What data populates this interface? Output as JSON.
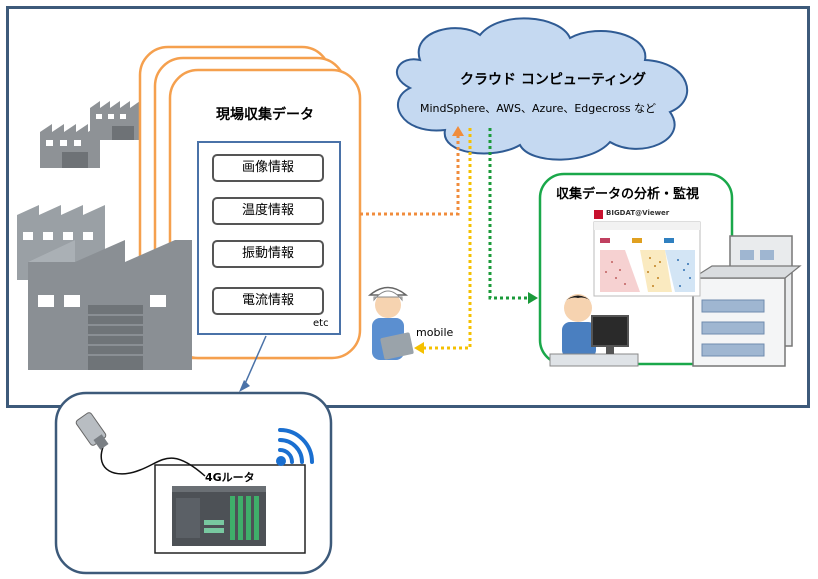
{
  "cloud": {
    "title": "クラウド コンピューティング",
    "subtitle": "MindSphere、AWS、Azure、Edgecross など"
  },
  "field_data": {
    "title": "現場収集データ",
    "items": [
      "画像情報",
      "温度情報",
      "振動情報",
      "電流情報"
    ],
    "etc": "etc"
  },
  "analysis": {
    "title": "収集データの分析・監視",
    "software_logo": "BIGDAT@Viewer"
  },
  "mobile_label": "mobile",
  "router_label": "4Gルータ",
  "colors": {
    "frame": "#3d5a7a",
    "field_box": "#f5a04e",
    "cloud_fill": "#c5d9f1",
    "analysis_box": "#1aa84a",
    "orange_link": "#f08c3c",
    "yellow_link": "#f5c000",
    "green_link": "#1a9a3a"
  }
}
